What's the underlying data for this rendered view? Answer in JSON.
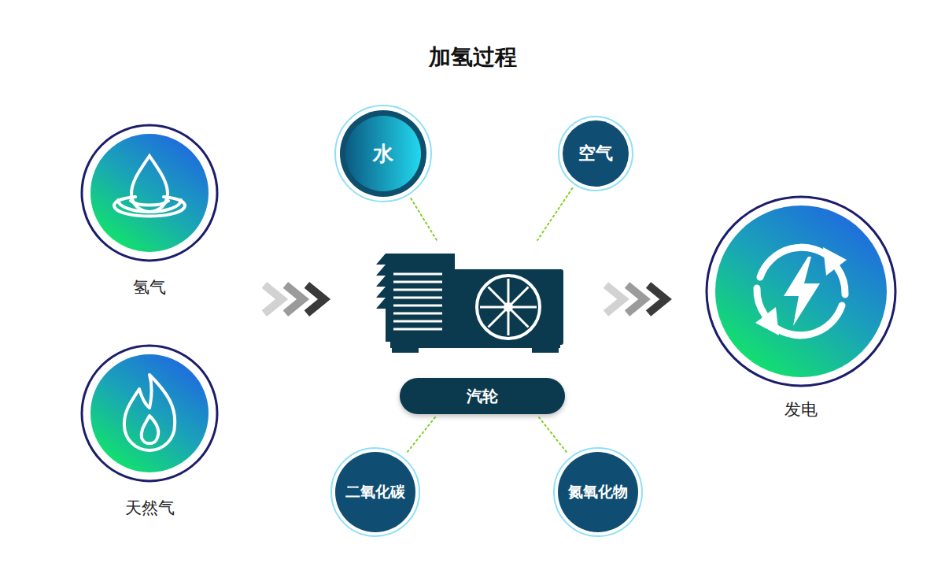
{
  "diagram": {
    "title": "加氢过程",
    "nodes": [
      {
        "text": [
          "氢气"
        ]
      },
      {
        "text": [
          "天然气"
        ]
      },
      {
        "text": [
          "水"
        ]
      },
      {
        "text": [
          "空气"
        ]
      },
      {
        "text": [
          "汽轮"
        ]
      },
      {
        "text": [
          "二氧化碳"
        ]
      },
      {
        "text": [
          "氮氧化物"
        ]
      },
      {
        "text": [
          "发电"
        ]
      }
    ],
    "edges": [
      {
        "from": 0,
        "to": 4,
        "arrow": "to"
      },
      {
        "from": 1,
        "to": 4,
        "arrow": "to"
      },
      {
        "from": 2,
        "to": 4,
        "arrow": "none"
      },
      {
        "from": 3,
        "to": 4,
        "arrow": "none"
      },
      {
        "from": 4,
        "to": 5,
        "arrow": "none"
      },
      {
        "from": 4,
        "to": 6,
        "arrow": "none"
      },
      {
        "from": 4,
        "to": 7,
        "arrow": "to"
      }
    ]
  }
}
